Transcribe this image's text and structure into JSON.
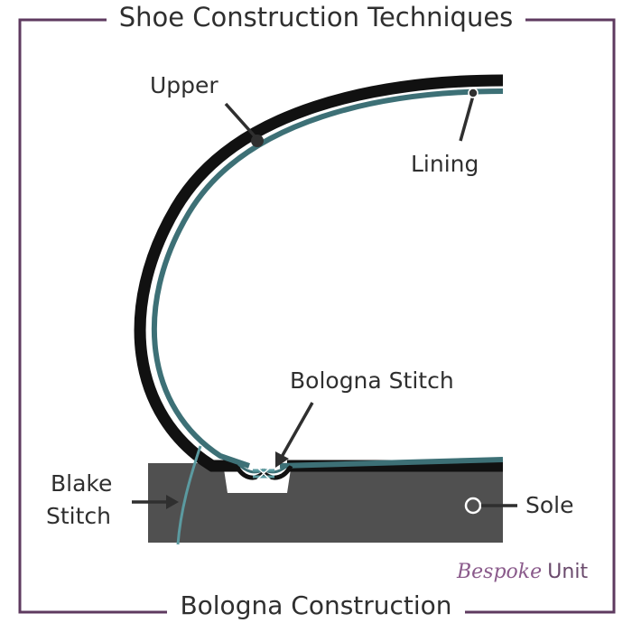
{
  "title": "Shoe Construction Techniques",
  "subtitle": "Bologna Construction",
  "labels": {
    "upper": "Upper",
    "lining": "Lining",
    "bologna_stitch": "Bologna Stitch",
    "blake_stitch_line1": "Blake",
    "blake_stitch_line2": "Stitch",
    "sole": "Sole"
  },
  "brand": {
    "part1": "Bespoke",
    "part2": "Unit"
  },
  "colors": {
    "frame": "#5e3a5f",
    "upper": "#111111",
    "lining": "#3d7076",
    "sole": "#505050",
    "stitch": "#5b9aa0",
    "text": "#2f2f2f"
  }
}
